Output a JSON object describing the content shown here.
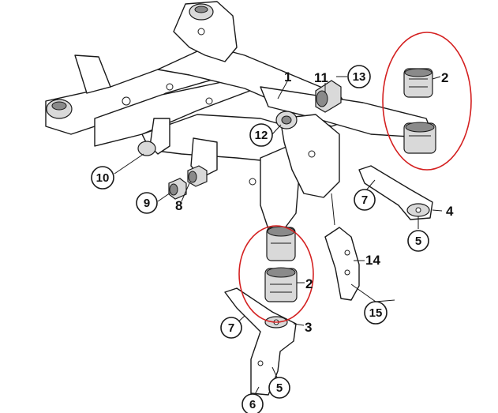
{
  "highlight_color": "#d42020",
  "callouts": {
    "c1": {
      "text": "1"
    },
    "c2a": {
      "text": "2"
    },
    "c2b": {
      "text": "2"
    },
    "c3": {
      "text": "3"
    },
    "c4": {
      "text": "4"
    },
    "c5a": {
      "text": "5"
    },
    "c5b": {
      "text": "5"
    },
    "c6": {
      "text": "6"
    },
    "c7a": {
      "text": "7"
    },
    "c7b": {
      "text": "7"
    },
    "c8": {
      "text": "8"
    },
    "c9": {
      "text": "9"
    },
    "c10": {
      "text": "10"
    },
    "c11": {
      "text": "11"
    },
    "c12": {
      "text": "12"
    },
    "c13": {
      "text": "13"
    },
    "c14": {
      "text": "14"
    },
    "c15": {
      "text": "15"
    }
  }
}
